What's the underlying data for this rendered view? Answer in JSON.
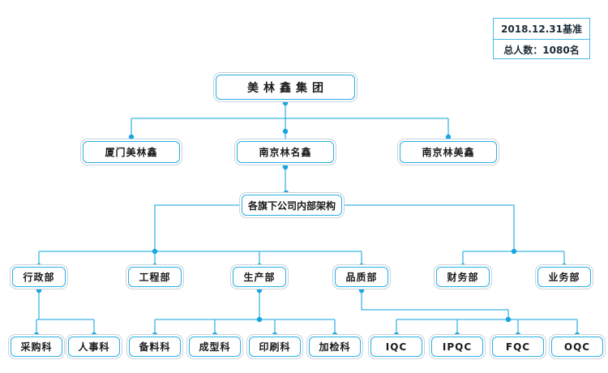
{
  "info": {
    "baseline": "2018.12.31基准",
    "headcount": "总人数：1080名"
  },
  "org": {
    "root": "美林鑫集团",
    "subsidiaries": [
      "厦门美林鑫",
      "南京林名鑫",
      "南京林美鑫"
    ],
    "internal_title": "各旗下公司内部架构",
    "departments": [
      "行政部",
      "工程部",
      "生产部",
      "品质部",
      "财务部",
      "业务部"
    ],
    "sections": [
      "采购科",
      "人事科",
      "备料科",
      "成型科",
      "印刷科",
      "加检科",
      "IQC",
      "IPQC",
      "FQC",
      "OQC"
    ]
  },
  "colors": {
    "connector_line": "#3db4e6",
    "connector_dot": "#18a6e0",
    "node_inner_border": "#2aaee4",
    "node_outer_border": "#c9d3d8",
    "info_border": "#45b9e6",
    "text": "#1a1a1a"
  }
}
